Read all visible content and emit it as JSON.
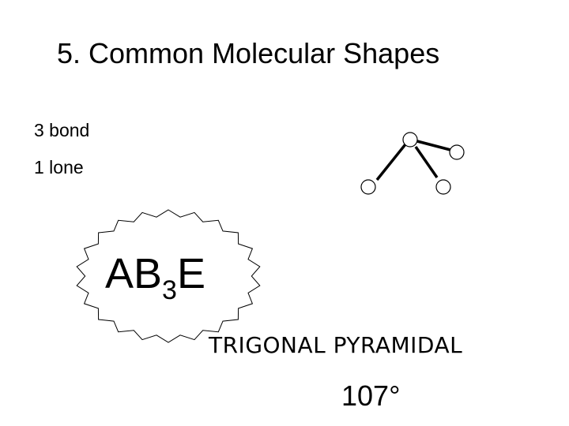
{
  "slide": {
    "title": "5. Common Molecular Shapes",
    "bullets": [
      "3 bond",
      "1 lone"
    ],
    "formula": {
      "base": "AB",
      "subscript": "3",
      "suffix": "E"
    },
    "shape_name": "TRIGONAL PYRAMIDAL",
    "bond_angle": "107°"
  },
  "diagram": {
    "stroke_color": "#000000",
    "atom_fill": "#ffffff",
    "burst_fill": "#ffffff"
  }
}
